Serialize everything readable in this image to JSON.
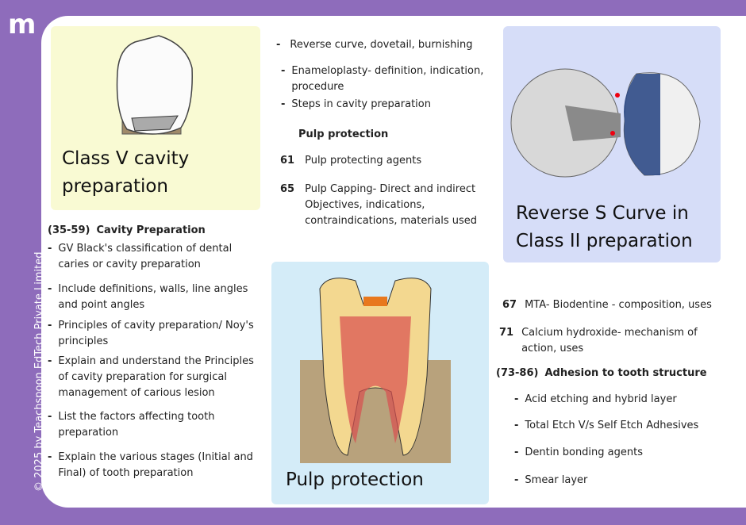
{
  "brand": {
    "logo_text": "m",
    "copyright": "© 2025 by Teachspoon EdTech Private Limited"
  },
  "panels": {
    "class_v": "Class V cavity preparation",
    "reverse_s": "Reverse S Curve in Class II preparation",
    "pulp": "Pulp protection"
  },
  "left": {
    "heading_num": "(35-59)",
    "heading": "Cavity Preparation",
    "items": [
      "GV Black's classification of dental caries or cavity preparation",
      "Include definitions, walls, line angles and point angles",
      "Principles of cavity preparation/ Noy's principles",
      "Explain and understand the Principles of cavity preparation for surgical management of carious lesion",
      "List the factors affecting tooth preparation",
      "Explain the various stages (Initial and Final) of tooth preparation"
    ]
  },
  "middle": {
    "items": [
      "Reverse curve, dovetail, burnishing",
      "Enameloplasty- definition, indication, procedure",
      "Steps in cavity preparation"
    ],
    "heading": "Pulp protection",
    "numbered": [
      {
        "num": "61",
        "text": "Pulp protecting agents"
      },
      {
        "num": "65",
        "text": "Pulp Capping- Direct and indirect Objectives, indications, contraindications, materials used"
      }
    ]
  },
  "right": {
    "numbered": [
      {
        "num": "67",
        "text": "MTA- Biodentine - composition, uses"
      },
      {
        "num": "71",
        "text": "Calcium hydroxide- mechanism of action, uses"
      }
    ],
    "heading_num": "(73-86)",
    "heading": "Adhesion to tooth structure",
    "items": [
      "Acid etching and hybrid layer",
      "Total Etch V/s Self Etch Adhesives",
      "Dentin bonding agents",
      "Smear layer"
    ]
  },
  "colors": {
    "bg": "#8e6cbb",
    "yellow": "#f9fad3",
    "lavender": "#d6ddf8",
    "lightblue": "#d4ecf8"
  }
}
